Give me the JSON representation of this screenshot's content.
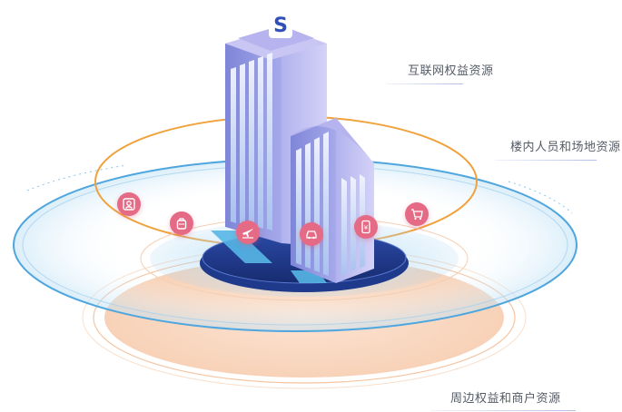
{
  "labels": {
    "internet": "互联网权益资源",
    "building": "楼内人员和场地资源",
    "surrounding": "周边权益和商户资源"
  },
  "brand": {
    "logo_letter": "S"
  },
  "icons": [
    "portrait-icon",
    "luggage-icon",
    "plane-icon",
    "car-icon",
    "phone-yuan-icon",
    "cart-icon"
  ],
  "colors": {
    "orange_ring": "#f0a23c",
    "blue_ring": "#5aaee0",
    "peach_ring": "#f3c6a4",
    "icon_pink": "#e46a86",
    "building_purple": "#8f8fe0",
    "base_navy": "#1f3a8a"
  }
}
